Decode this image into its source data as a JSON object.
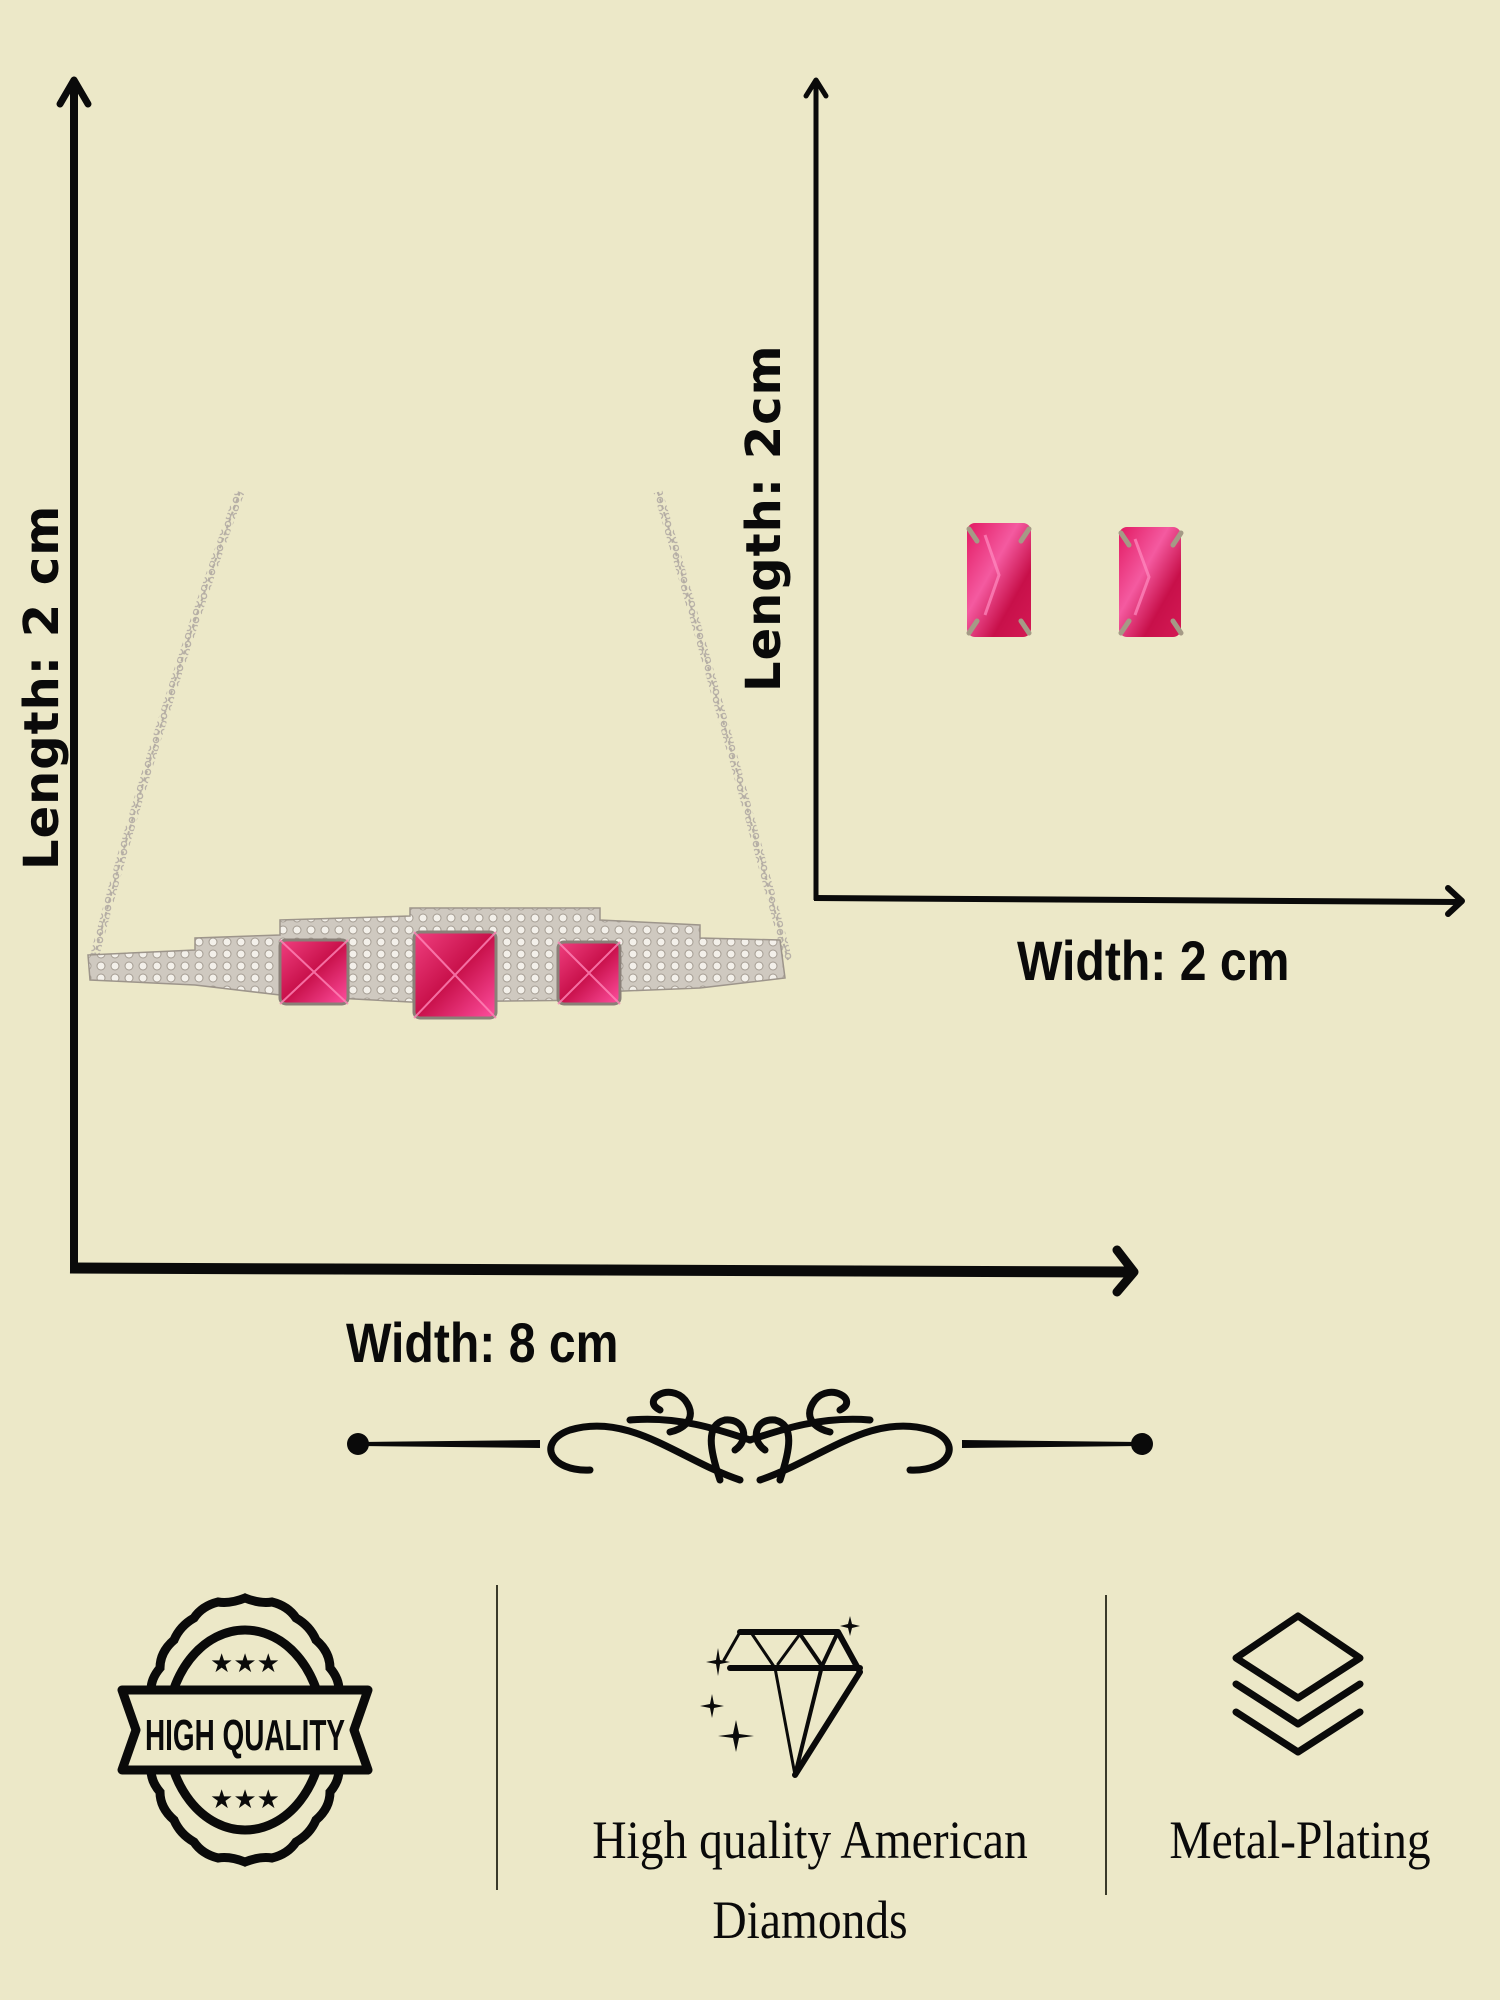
{
  "necklace_panel": {
    "length_label": "Length: 2 cm",
    "width_label": "Width: 8 cm",
    "product": "choker-necklace",
    "stone_color": "#D81B60"
  },
  "earring_panel": {
    "length_label": "Length: 2cm",
    "width_label": "Width: 2 cm",
    "product": "stud-earrings",
    "stone_color": "#D81B60"
  },
  "features": [
    {
      "icon": "high-quality-badge-icon",
      "badge_text": "HIGH QUALITY",
      "label": ""
    },
    {
      "icon": "diamond-icon",
      "label_line1": "High quality American",
      "label_line2": "Diamonds"
    },
    {
      "icon": "layers-icon",
      "label": "Metal-Plating"
    }
  ],
  "colors": {
    "background": "#ECE8C8",
    "ink": "#0A0A0A",
    "stone": "#D81B60",
    "metal": "#C9C2B8"
  }
}
